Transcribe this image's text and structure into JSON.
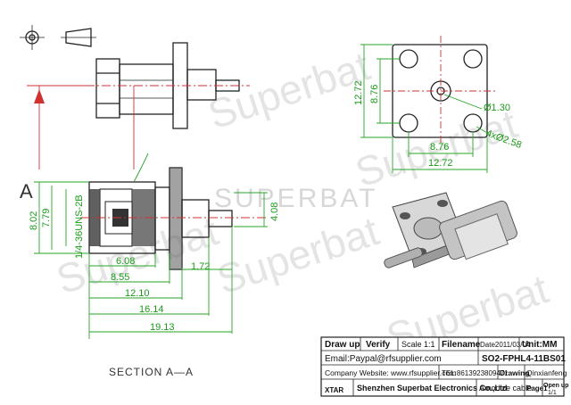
{
  "watermarks": {
    "brand": "Superbat",
    "center_brand": "SUPERBAT"
  },
  "section": {
    "marker": "A",
    "caption": "SECTION A—A"
  },
  "dimensions": {
    "height_outer": "8.02",
    "height_inner": "7.79",
    "thread": "1/4-36UNS-2B",
    "len_608": "6.08",
    "len_855": "8.55",
    "len_1210": "12.10",
    "len_1614": "16.14",
    "len_1913": "19.13",
    "len_172": "1.72",
    "pin_408": "4.08",
    "flange_height_outer": "12.72",
    "flange_height_inner": "8.76",
    "flange_width_inner": "8.76",
    "flange_width_outer": "12.72",
    "center_hole": "Ø1.30",
    "corner_holes": "4xØ2.58"
  },
  "title_block": {
    "draw_up": "Draw up",
    "verify": "Verify",
    "scale": "Scale 1:1",
    "filename_label": "Filename",
    "date": "Date2011/03/04",
    "unit": "Unit:MM",
    "email": "Email:Paypal@rfsupplier.com",
    "part_no": "SO2-FPHL4-11BS01",
    "website": "Company Website: www.rfsupplier.com",
    "tel": "TEL:8613923809471",
    "drawing_label": "Drawing",
    "drawer": "Qinxianfeng",
    "logo": "XTAR",
    "company": "Shenzhen Superbat Electronics Co.,Ltd",
    "anodize": "Amodize cable",
    "page": "Page1",
    "open_up": "Open up",
    "page_count": "1/1"
  }
}
